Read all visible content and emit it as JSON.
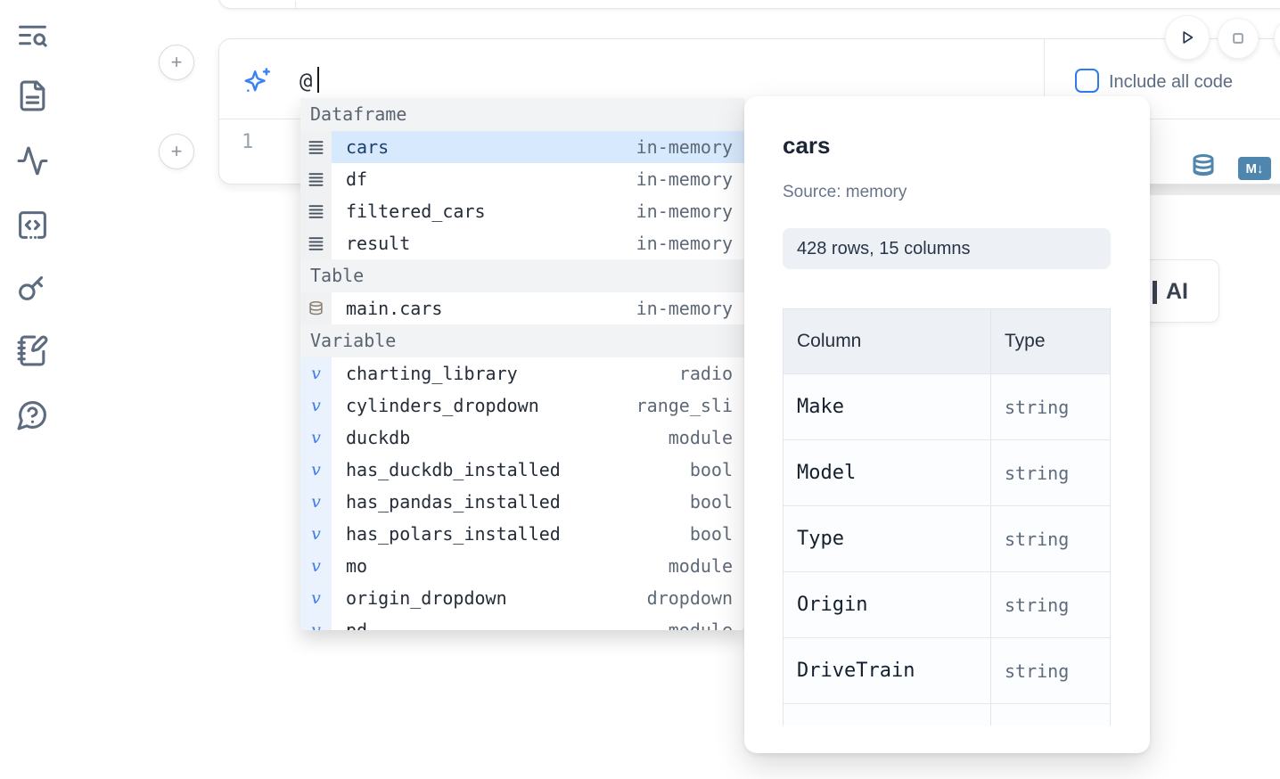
{
  "colors": {
    "accent_blue": "#3b82f6",
    "selection_bg": "#d7e9fc",
    "cell_icon_blue": "#4f86ad",
    "checkbox_blue": "#2e7cf0"
  },
  "sidebar": {
    "icons": [
      {
        "name": "file-search-icon"
      },
      {
        "name": "document-icon"
      },
      {
        "name": "activity-icon"
      },
      {
        "name": "code-cell-icon"
      },
      {
        "name": "key-icon"
      },
      {
        "name": "scratchpad-icon"
      },
      {
        "name": "help-icon"
      }
    ]
  },
  "run_controls": {
    "play_button": "run",
    "stop_button": "stop"
  },
  "cell": {
    "ai_input": {
      "value": "@",
      "checkbox_checked": false,
      "include_all_code_label": "Include all code"
    },
    "line_number": "1",
    "output_icons": [
      "database-icon",
      "markdown-icon"
    ],
    "markdown_badge_text": "M"
  },
  "ai_button": {
    "label": "AI"
  },
  "autocomplete": {
    "sections": [
      {
        "label": "Dataframe",
        "gutter": "df",
        "items": [
          {
            "icon": "rows",
            "name": "cars",
            "detail": "in-memory",
            "selected": true
          },
          {
            "icon": "rows",
            "name": "df",
            "detail": "in-memory",
            "selected": false
          },
          {
            "icon": "rows",
            "name": "filtered_cars",
            "detail": "in-memory",
            "selected": false
          },
          {
            "icon": "rows",
            "name": "result",
            "detail": "in-memory",
            "selected": false
          }
        ]
      },
      {
        "label": "Table",
        "gutter": "df",
        "items": [
          {
            "icon": "database",
            "name": "main.cars",
            "detail": "in-memory",
            "selected": false
          }
        ]
      },
      {
        "label": "Variable",
        "gutter": "var",
        "items": [
          {
            "icon": "variable",
            "name": "charting_library",
            "detail": "radio",
            "selected": false
          },
          {
            "icon": "variable",
            "name": "cylinders_dropdown",
            "detail": "range_sli",
            "selected": false
          },
          {
            "icon": "variable",
            "name": "duckdb",
            "detail": "module",
            "selected": false
          },
          {
            "icon": "variable",
            "name": "has_duckdb_installed",
            "detail": "bool",
            "selected": false
          },
          {
            "icon": "variable",
            "name": "has_pandas_installed",
            "detail": "bool",
            "selected": false
          },
          {
            "icon": "variable",
            "name": "has_polars_installed",
            "detail": "bool",
            "selected": false
          },
          {
            "icon": "variable",
            "name": "mo",
            "detail": "module",
            "selected": false
          },
          {
            "icon": "variable",
            "name": "origin_dropdown",
            "detail": "dropdown",
            "selected": false
          },
          {
            "icon": "variable",
            "name": "pd",
            "detail": "module",
            "selected": false
          }
        ]
      }
    ]
  },
  "preview": {
    "title": "cars",
    "source": "Source: memory",
    "shape_badge": "428 rows, 15 columns",
    "table": {
      "headers": [
        "Column",
        "Type"
      ],
      "rows": [
        {
          "column": "Make",
          "type": "string"
        },
        {
          "column": "Model",
          "type": "string"
        },
        {
          "column": "Type",
          "type": "string"
        },
        {
          "column": "Origin",
          "type": "string"
        },
        {
          "column": "DriveTrain",
          "type": "string"
        },
        {
          "column": "",
          "type": ""
        }
      ]
    }
  }
}
